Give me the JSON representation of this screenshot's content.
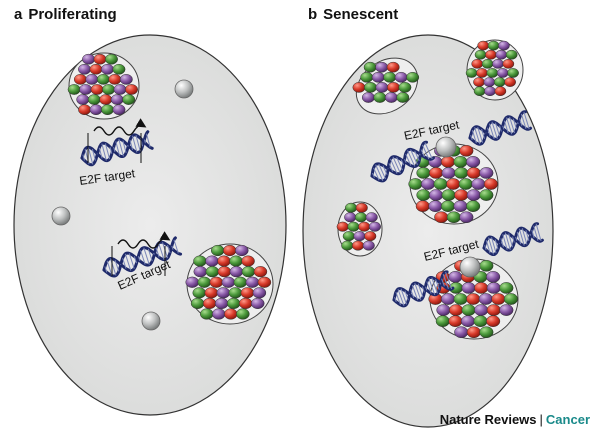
{
  "panels": [
    {
      "letter": "a",
      "title": "Proliferating",
      "target_labels": [
        "E2F target",
        "E2F target"
      ]
    },
    {
      "letter": "b",
      "title": "Senescent",
      "target_labels": [
        "E2F target",
        "E2F target"
      ]
    }
  ],
  "footer": {
    "journal": "Nature Reviews",
    "separator": "|",
    "section": "Cancer"
  },
  "colors": {
    "cell_fill": "#e5e6e5",
    "red": "#d83a2a",
    "green": "#4c9a3c",
    "purple": "#8a5aa8",
    "grey_sphere": "#b9bbbb",
    "dna": "#1f2a6a",
    "accent": "#1a8a8a"
  },
  "icons": [
    "sphere-icon",
    "dna-helix-icon",
    "transcription-arrow-icon"
  ]
}
